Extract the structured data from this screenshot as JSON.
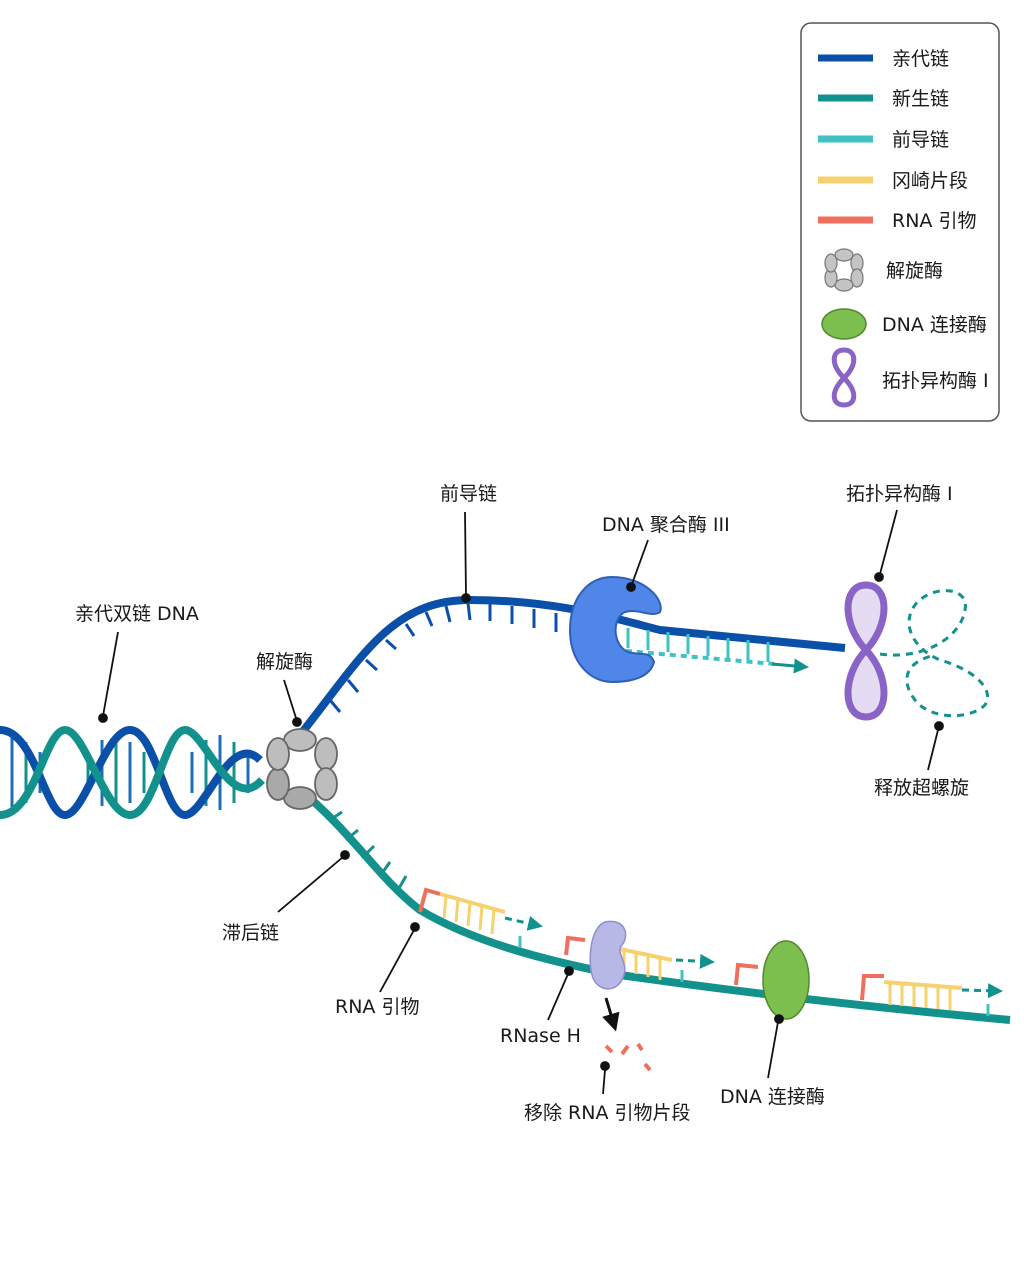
{
  "colors": {
    "parent": "#0a4fa8",
    "nascent": "#13918c",
    "leading": "#3ec2c6",
    "okazaki": "#f5d26e",
    "primer": "#ef6f5f",
    "helicase_fill": "#bdbdbd",
    "ligase_fill": "#7cbf4f",
    "topo_stroke": "#8a63c6",
    "polymerase_fill": "#4f86e8",
    "rnase_fill": "#b8b8e6"
  },
  "legend": {
    "items": [
      {
        "label": "亲代链",
        "kind": "line",
        "color_key": "parent"
      },
      {
        "label": "新生链",
        "kind": "line",
        "color_key": "nascent"
      },
      {
        "label": "前导链",
        "kind": "line",
        "color_key": "leading"
      },
      {
        "label": "冈崎片段",
        "kind": "line",
        "color_key": "okazaki"
      },
      {
        "label": "RNA 引物",
        "kind": "line",
        "color_key": "primer"
      },
      {
        "label": "解旋酶",
        "kind": "helicase-icon"
      },
      {
        "label": "DNA 连接酶",
        "kind": "ligase-icon"
      },
      {
        "label": "拓扑异构酶 I",
        "kind": "topoisomerase-icon"
      }
    ]
  },
  "labels": {
    "parent_duplex": "亲代双链 DNA",
    "helicase": "解旋酶",
    "leading_strand": "前导链",
    "polymerase": "DNA 聚合酶 III",
    "topoisomerase": "拓扑异构酶 I",
    "supercoil_release": "释放超螺旋",
    "lagging_strand": "滞后链",
    "rna_primer": "RNA 引物",
    "rnase_h": "RNase H",
    "primer_removal": "移除 RNA 引物片段",
    "ligase": "DNA 连接酶"
  }
}
